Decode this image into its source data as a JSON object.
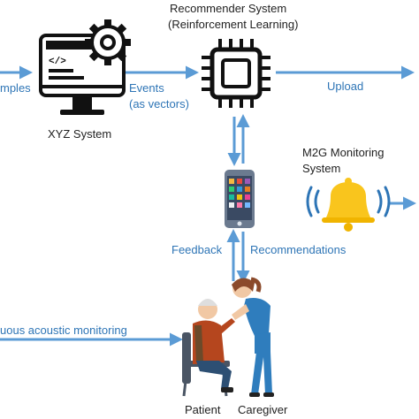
{
  "labels": {
    "recommender_title": "Recommender System",
    "recommender_subtitle": "(Reinforcement Learning)",
    "xyz_system": "XYZ System",
    "events_line1": "Events",
    "events_line2": "(as vectors)",
    "samples": "mples",
    "upload": "Upload",
    "m2g_line1": "M2G Monitoring",
    "m2g_line2": "System",
    "feedback": "Feedback",
    "recommendations": "Recommendations",
    "acoustic": "uous acoustic monitoring",
    "patient": "Patient",
    "caregiver": "Caregiver"
  },
  "colors": {
    "arrow": "#5b9bd5",
    "label_blue": "#2e75b6",
    "bell": "#f9c51d",
    "chip": "#111111",
    "phone": "#6b7a8f"
  },
  "icons": {
    "computer": "computer-gear-icon",
    "chip": "cpu-chip-icon",
    "phone": "smartphone-icon",
    "bell": "alarm-bell-icon",
    "people": "patient-caregiver-illustration"
  }
}
